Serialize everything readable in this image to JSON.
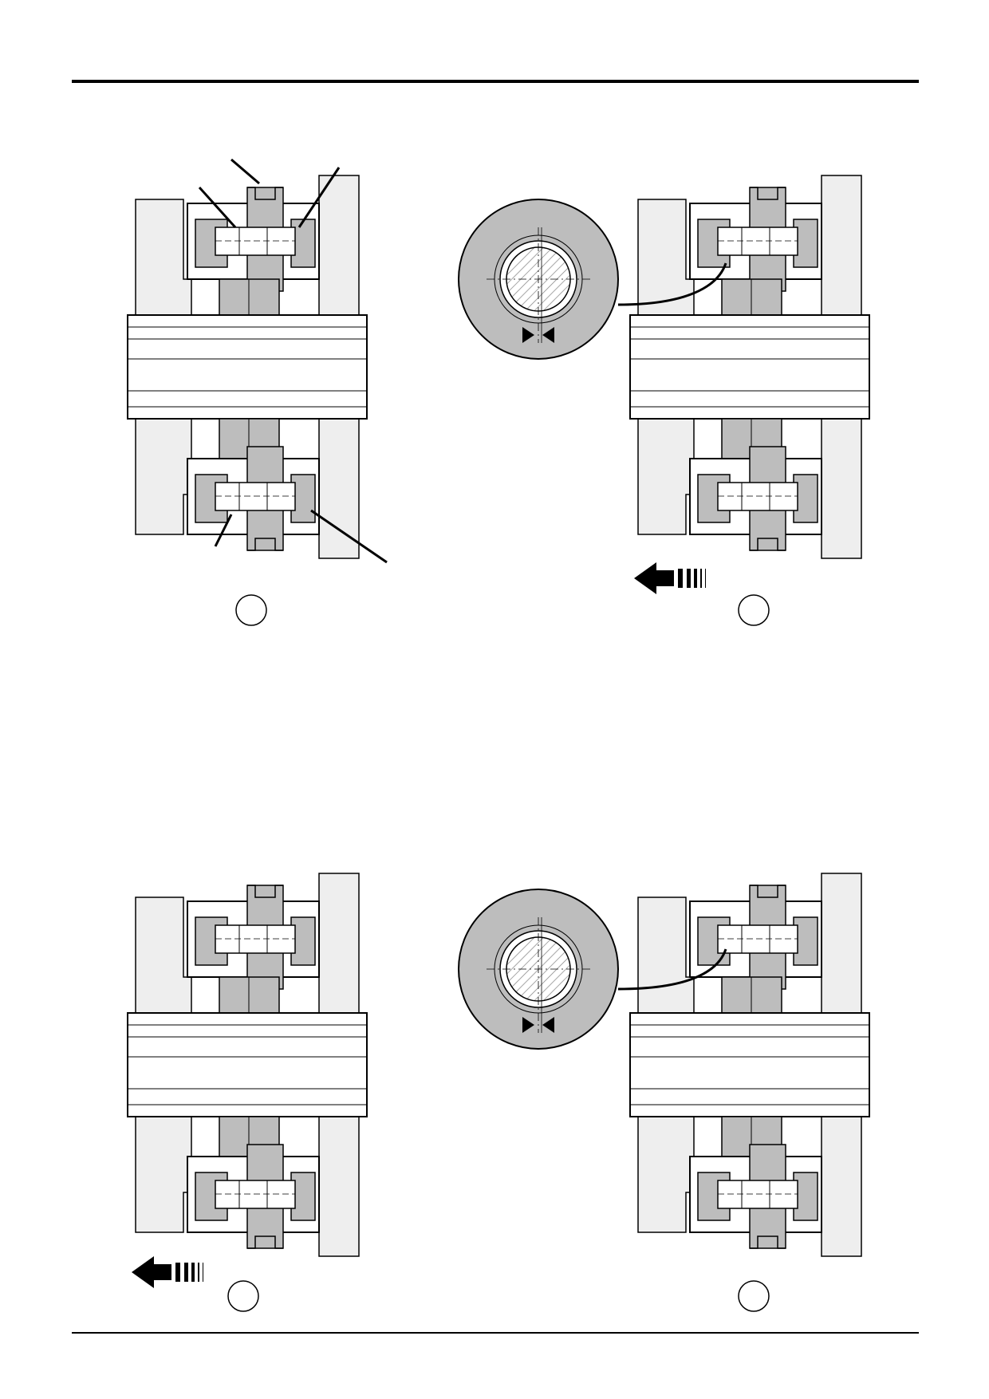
{
  "page": {
    "background": "#ffffff"
  },
  "colors": {
    "light_gray": "#eeeeee",
    "mid_gray": "#bdbdbd",
    "stroke": "#000000"
  },
  "panels": [
    {
      "id": "panel-1",
      "direction_arrow": false,
      "detail_view": false,
      "step_label": ""
    },
    {
      "id": "panel-2",
      "direction_arrow": true,
      "detail_view": true,
      "step_label": ""
    },
    {
      "id": "panel-3",
      "direction_arrow": true,
      "detail_view": false,
      "step_label": ""
    },
    {
      "id": "panel-4",
      "direction_arrow": false,
      "detail_view": true,
      "step_label": ""
    }
  ],
  "icons": [
    "direction-arrow-icon",
    "centering-arrows-icon"
  ]
}
